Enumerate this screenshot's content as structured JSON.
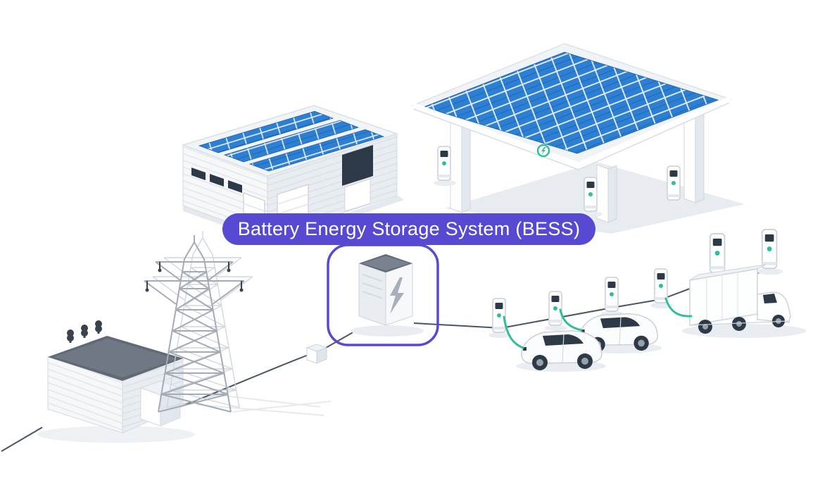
{
  "badge": {
    "label": "Battery Energy Storage System (BESS)",
    "background_color": "#5749d2",
    "text_color": "#ffffff"
  },
  "colors": {
    "solar_panel_blue": "#2d7fd4",
    "solar_panel_grid": "#1d5ea8",
    "charger_green": "#2fbf9b",
    "highlight_purple": "#5749d2",
    "building_wall": "#f5f7f9",
    "building_wall_shade": "#e9edf1",
    "roof_dark_gray": "#5f6a75",
    "dark_detail": "#2e3947",
    "wire_gray": "#4a5562",
    "shadow_gray": "#e9edf1",
    "background": "#ffffff"
  },
  "elements": {
    "warehouse": "warehouse-with-rooftop-solar-panels",
    "carport": "solar-canopy-ev-charging-station",
    "bess_cabinet": "battery-energy-storage-cabinet",
    "bess_highlight": "purple-highlight-frame",
    "transmission_tower": "high-voltage-transmission-tower",
    "substation": "transformer-substation-building",
    "cars": "electric-cars-charging",
    "truck": "electric-truck-charging",
    "charger_posts": "ev-charger-posts",
    "wires": "power-lines",
    "junction": "junction-box"
  }
}
